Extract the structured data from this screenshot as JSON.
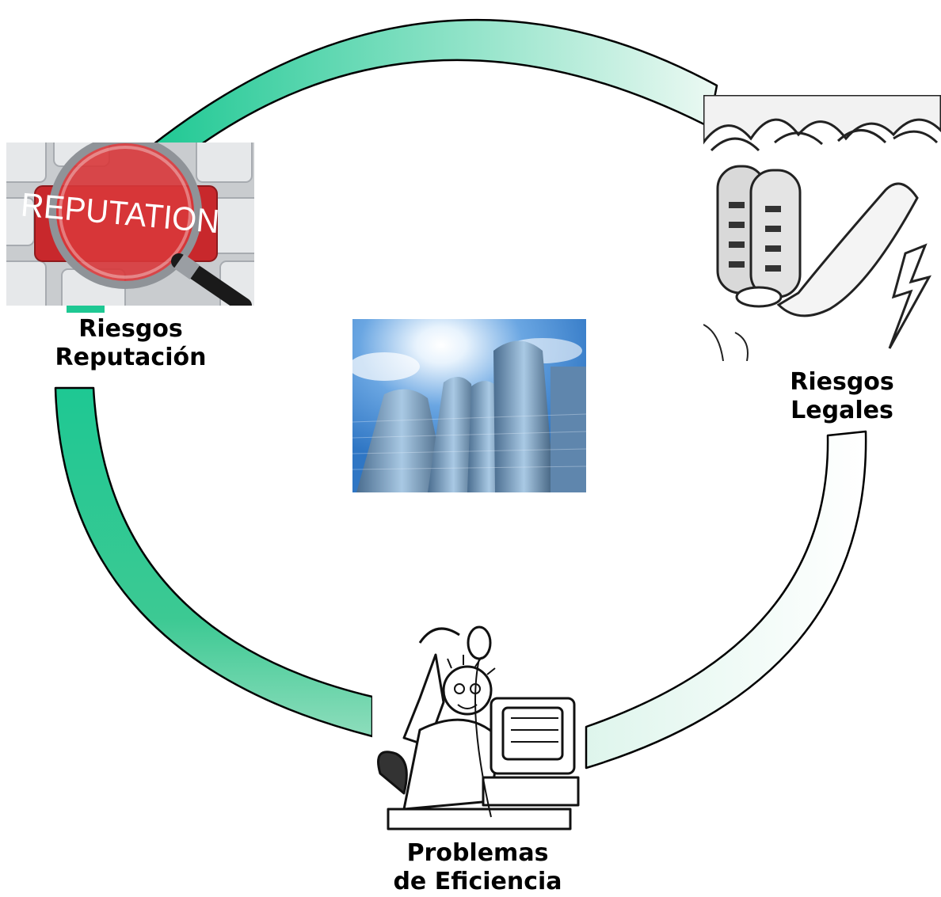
{
  "colors": {
    "ring_strong": "#1ec893",
    "ring_light": "#ecf9f3",
    "outline": "#000000",
    "reputation_key": "#d8373a",
    "sky": "#3f86d1"
  },
  "nodes": {
    "reputation": {
      "label_line1": "Riesgos",
      "label_line2": "Reputación",
      "image_text": "REPUTATION"
    },
    "legal": {
      "label_line1": "Riesgos",
      "label_line2": "Legales"
    },
    "efficiency": {
      "label_line1": "Problemas",
      "label_line2": "de Eficiencia"
    }
  },
  "icons": {
    "reputation": "magnifier-over-keyboard-icon",
    "legal": "stone-tablets-icon",
    "efficiency": "frustrated-computer-user-icon",
    "center": "glass-skyscrapers-icon"
  }
}
